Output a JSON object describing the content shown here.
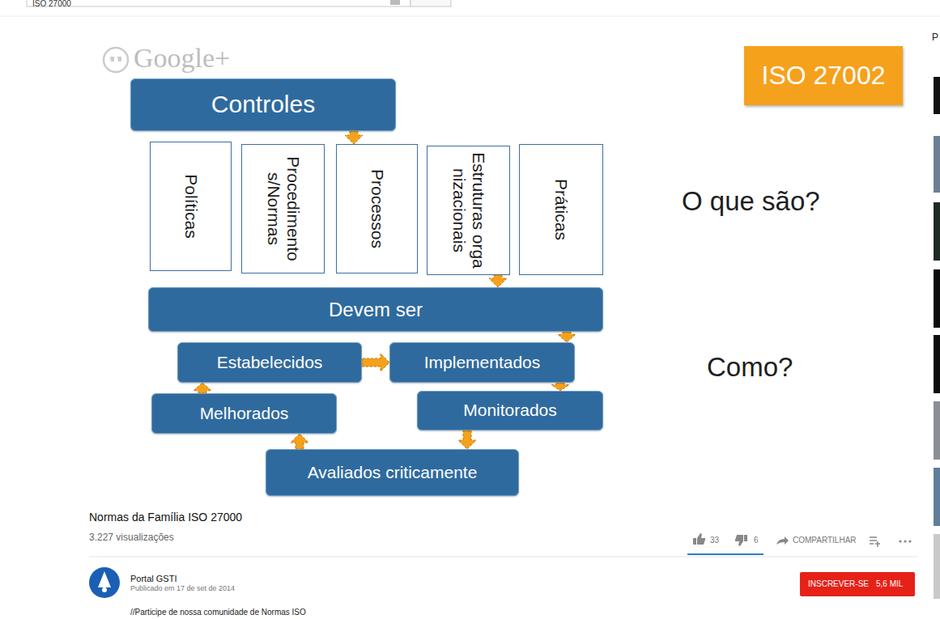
{
  "diagram": {
    "nodes": [
      {
        "text": [
          "Controles"
        ]
      },
      {
        "text": [
          "Políticas"
        ]
      },
      {
        "text": [
          "Procedimentos/Normas"
        ]
      },
      {
        "text": [
          "Processos"
        ]
      },
      {
        "text": [
          "Estruturas organizacionais"
        ]
      },
      {
        "text": [
          "Práticas"
        ]
      },
      {
        "text": [
          "Devem ser"
        ]
      },
      {
        "text": [
          "Estabelecidos"
        ]
      },
      {
        "text": [
          "Implementados"
        ]
      },
      {
        "text": [
          "Melhorados"
        ]
      },
      {
        "text": [
          "Monitorados"
        ]
      },
      {
        "text": [
          "Avaliados criticamente"
        ]
      },
      {
        "text": [
          "ISO 27002"
        ]
      }
    ],
    "edges": [
      {
        "from": 0,
        "to": 3,
        "arrow": "to"
      },
      {
        "from": 4,
        "to": 6,
        "arrow": "to"
      },
      {
        "from": 6,
        "to": 8,
        "arrow": "to"
      },
      {
        "from": 7,
        "to": 8,
        "arrow": "to"
      },
      {
        "from": 8,
        "to": 10,
        "arrow": "to"
      },
      {
        "from": 10,
        "to": 11,
        "arrow": "to"
      },
      {
        "from": 11,
        "to": 9,
        "arrow": "to"
      },
      {
        "from": 9,
        "to": 7,
        "arrow": "to"
      }
    ],
    "labels": [
      "ISO 27000",
      "P",
      "Google+",
      "O que são?",
      "Como?",
      "Normas da Família ISO 27000",
      "3.227 visualizações",
      "33",
      "6",
      "COMPARTILHAR",
      "Portal GSTI",
      "Publicado em 17 de set de 2014",
      "INSCREVER-SE",
      "5,6 MIL",
      "//Participe de nossa comunidade de Normas ISO"
    ]
  }
}
